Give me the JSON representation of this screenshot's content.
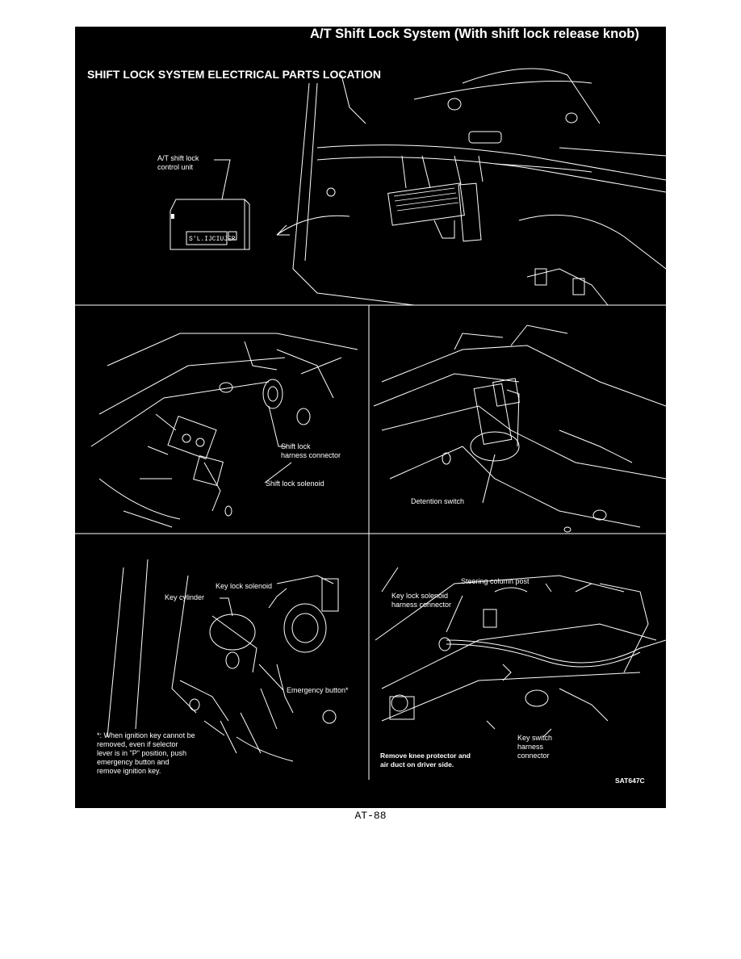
{
  "header": {
    "title": "A/T Shift Lock System (With shift lock release knob)",
    "section_title": "SHIFT LOCK SYSTEM ELECTRICAL PARTS LOCATION"
  },
  "panels": {
    "top": {
      "labels": {
        "control_unit": "A/T shift lock\ncontrol unit",
        "unit_face": "S'L.IJCIUJER"
      }
    },
    "middle_left": {
      "labels": {
        "harness_connector": "Shift lock\nharness connector",
        "solenoid": "Shift lock solenoid"
      }
    },
    "middle_right": {
      "labels": {
        "detention_switch": "Detention switch"
      }
    },
    "bottom_left": {
      "labels": {
        "key_lock_solenoid": "Key lock solenoid",
        "key_cylinder": "Key cylinder",
        "emergency_button": "Emergency button*",
        "footnote": "*: When ignition key cannot be\nremoved, even if selector\nlever is in \"P\" position, push\nemergency button and\nremove ignition key."
      }
    },
    "bottom_right": {
      "labels": {
        "steering_column_post": "Steering column post",
        "key_lock_harness": "Key lock solenoid\nharness connector",
        "key_switch_harness": "Key switch\nharness\nconnector",
        "remove_note": "Remove knee protector and\nair duct on driver side.",
        "figure_code": "SAT647C"
      }
    }
  },
  "footer": {
    "page_number": "AT-88"
  }
}
